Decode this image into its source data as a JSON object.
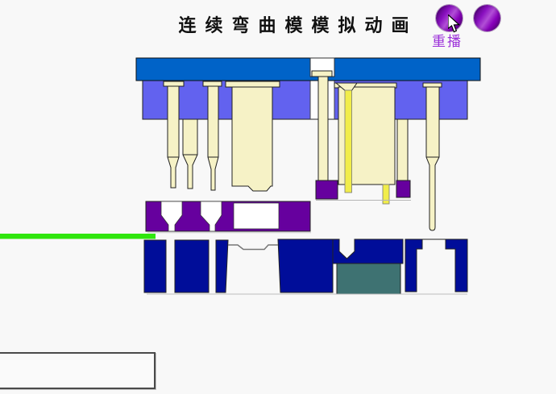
{
  "app": {
    "title": "连续弯曲模模拟动画"
  },
  "controls": {
    "replay_label": "重播",
    "buttons": [
      {
        "name": "replay-button"
      },
      {
        "name": "secondary-button"
      }
    ]
  },
  "status_box": {
    "text": ""
  },
  "colors": {
    "bg": "#f8f8f8",
    "title": "#111111",
    "replay": "#9b30d9",
    "button": "#8800bb",
    "button-hi": "#b14fd6",
    "top-plate": "#0063c8",
    "upper-holder": "#6262ef",
    "punch": "#f6f2c6",
    "pin-yellow": "#f1ed4a",
    "retainer": "#66009e",
    "stripper": "#66009e",
    "strip": "#2fe60d",
    "die": "#000d99",
    "insert": "#3e7272"
  }
}
